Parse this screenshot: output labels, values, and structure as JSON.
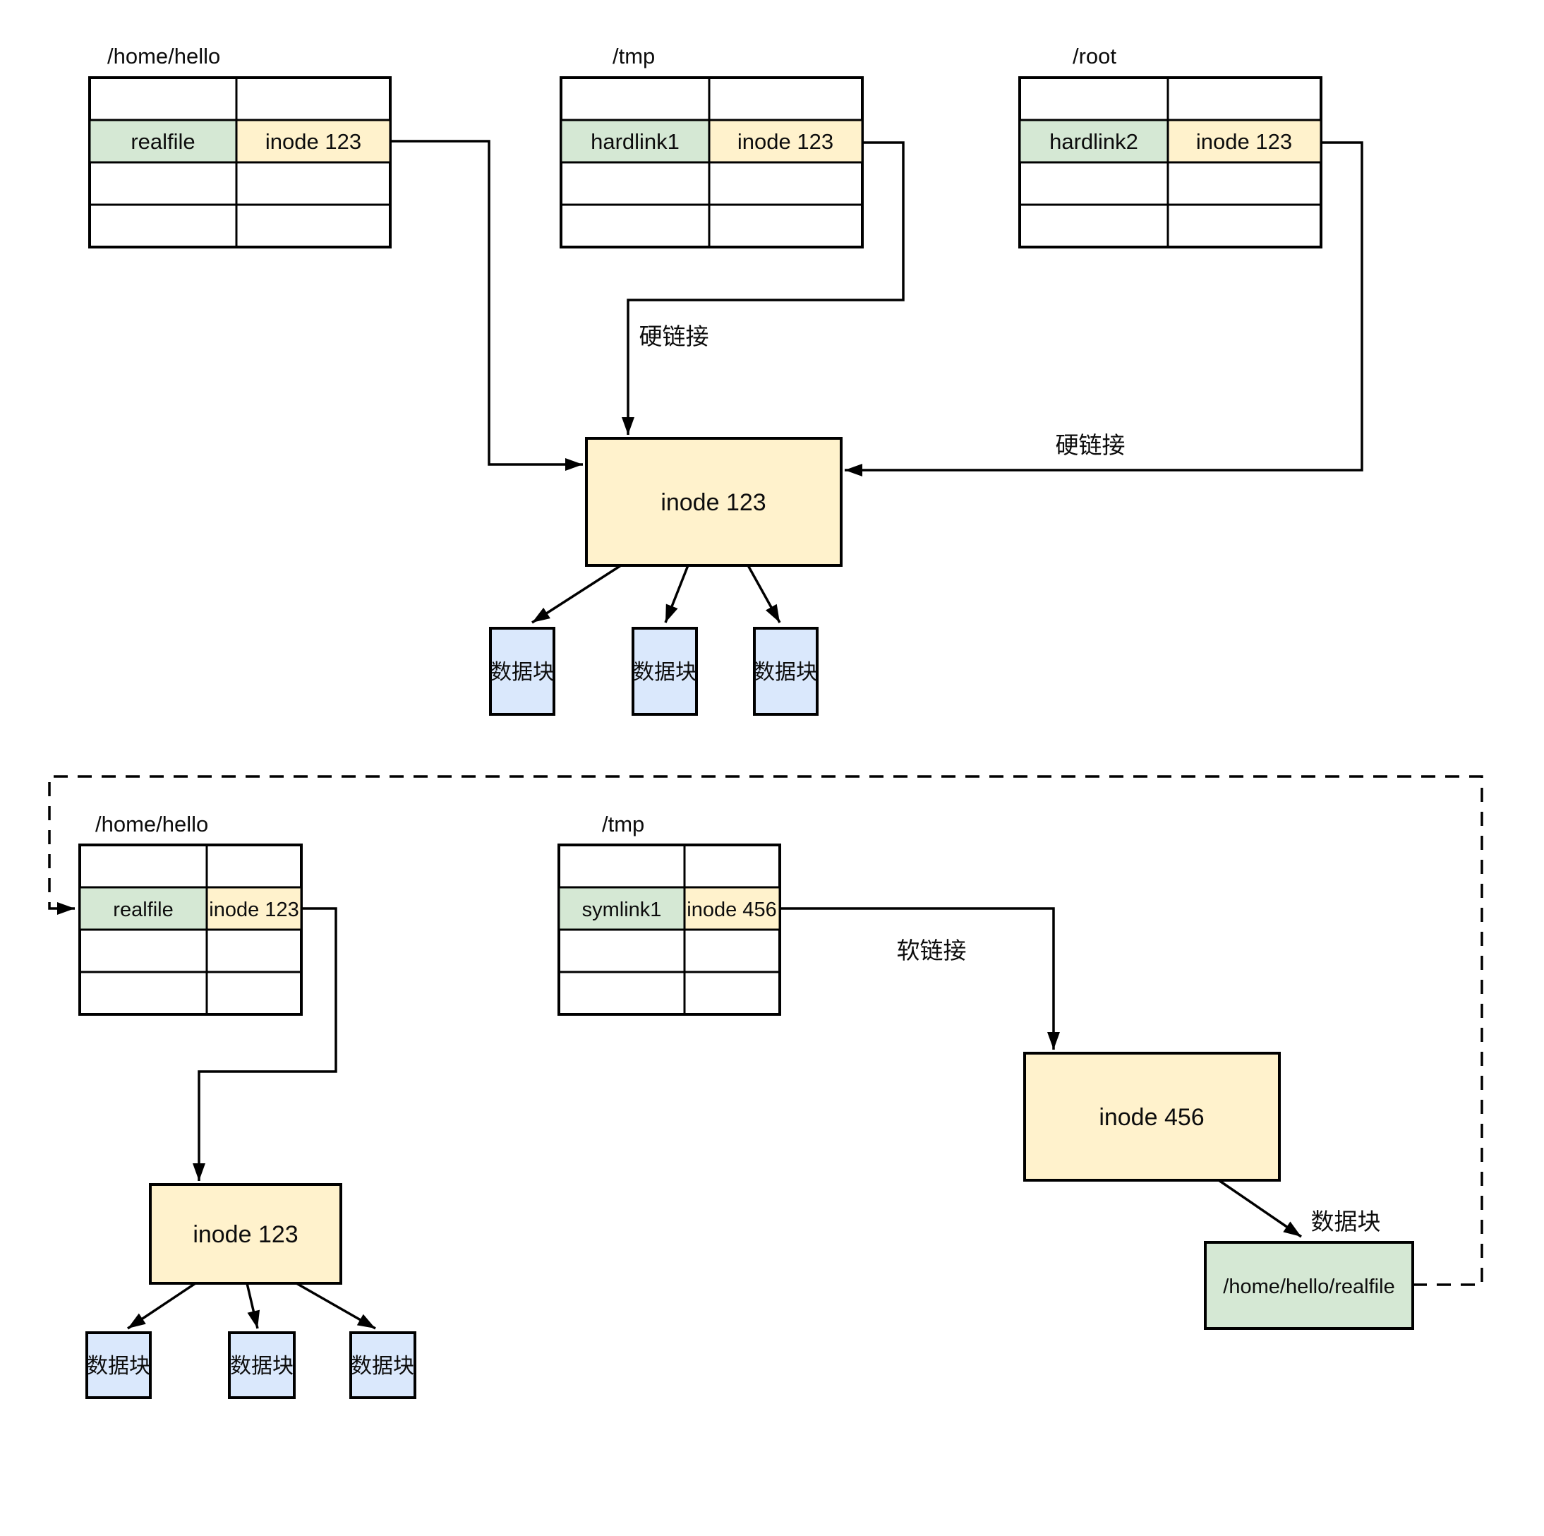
{
  "top": {
    "tables": [
      {
        "title": "/home/hello",
        "name": "realfile",
        "inode": "inode 123"
      },
      {
        "title": "/tmp",
        "name": "hardlink1",
        "inode": "inode 123"
      },
      {
        "title": "/root",
        "name": "hardlink2",
        "inode": "inode 123"
      }
    ],
    "inode_label": "inode 123",
    "hardlink_label_1": "硬链接",
    "hardlink_label_2": "硬链接",
    "blocks": [
      "数据块",
      "数据块",
      "数据块"
    ]
  },
  "bottom": {
    "tables": [
      {
        "title": "/home/hello",
        "name": "realfile",
        "inode": "inode 123"
      },
      {
        "title": "/tmp",
        "name": "symlink1",
        "inode": "inode 456"
      }
    ],
    "inode123_label": "inode 123",
    "inode456_label": "inode 456",
    "softlink_label": "软链接",
    "datablock_label": "数据块",
    "realfile_path": "/home/hello/realfile",
    "blocks": [
      "数据块",
      "数据块",
      "数据块"
    ]
  },
  "colors": {
    "green": "#d5e8d4",
    "yellow": "#fff2cc",
    "blue": "#dae8fc",
    "line": "#000000",
    "background": "#ffffff"
  }
}
